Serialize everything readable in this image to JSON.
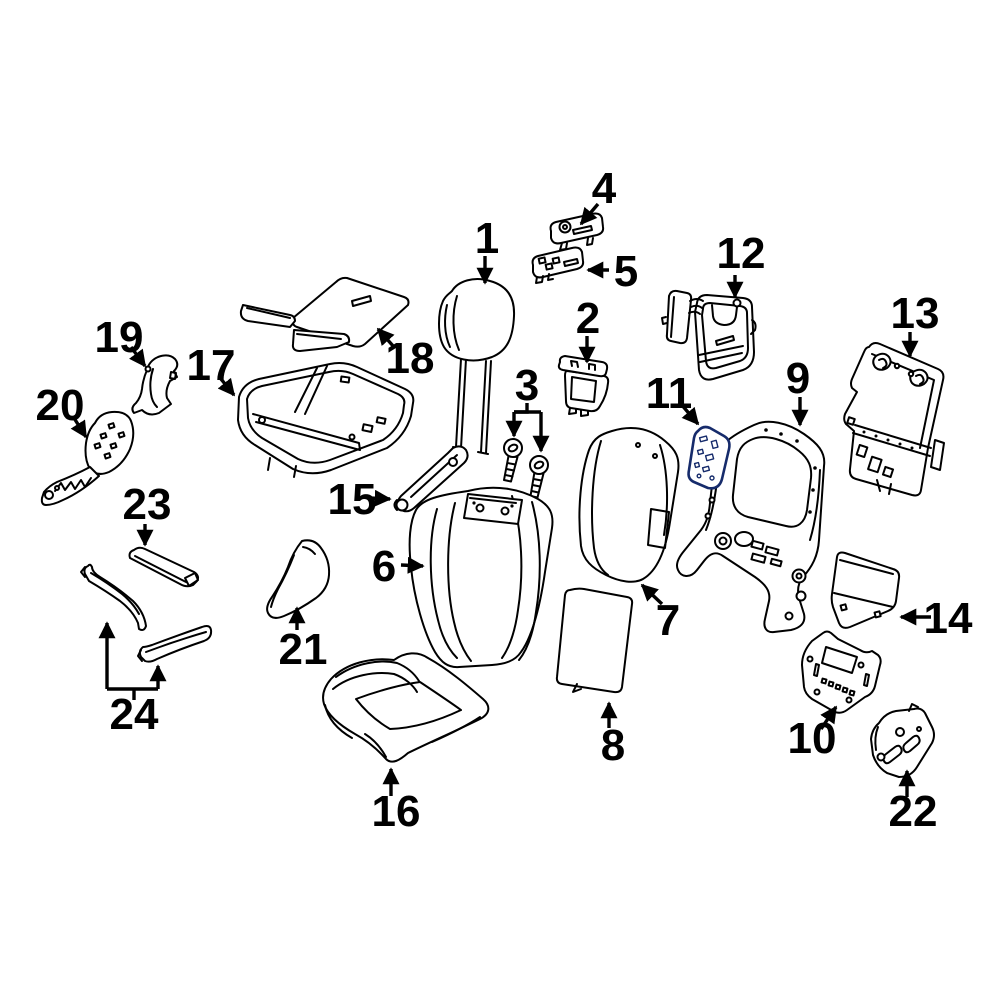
{
  "diagram": {
    "type": "exploded-parts-diagram",
    "subject": "vehicle front seat components",
    "background_color": "#ffffff",
    "line_color": "#000000",
    "highlight": {
      "callout": "11",
      "fill": "#4463C6",
      "stroke": "#162B6B"
    },
    "callouts": [
      {
        "label": "1"
      },
      {
        "label": "2"
      },
      {
        "label": "3"
      },
      {
        "label": "4"
      },
      {
        "label": "5"
      },
      {
        "label": "6"
      },
      {
        "label": "7"
      },
      {
        "label": "8"
      },
      {
        "label": "9"
      },
      {
        "label": "10"
      },
      {
        "label": "11"
      },
      {
        "label": "12"
      },
      {
        "label": "13"
      },
      {
        "label": "14"
      },
      {
        "label": "15"
      },
      {
        "label": "16"
      },
      {
        "label": "17"
      },
      {
        "label": "18"
      },
      {
        "label": "19"
      },
      {
        "label": "20"
      },
      {
        "label": "21"
      },
      {
        "label": "22"
      },
      {
        "label": "23"
      },
      {
        "label": "24"
      }
    ]
  }
}
